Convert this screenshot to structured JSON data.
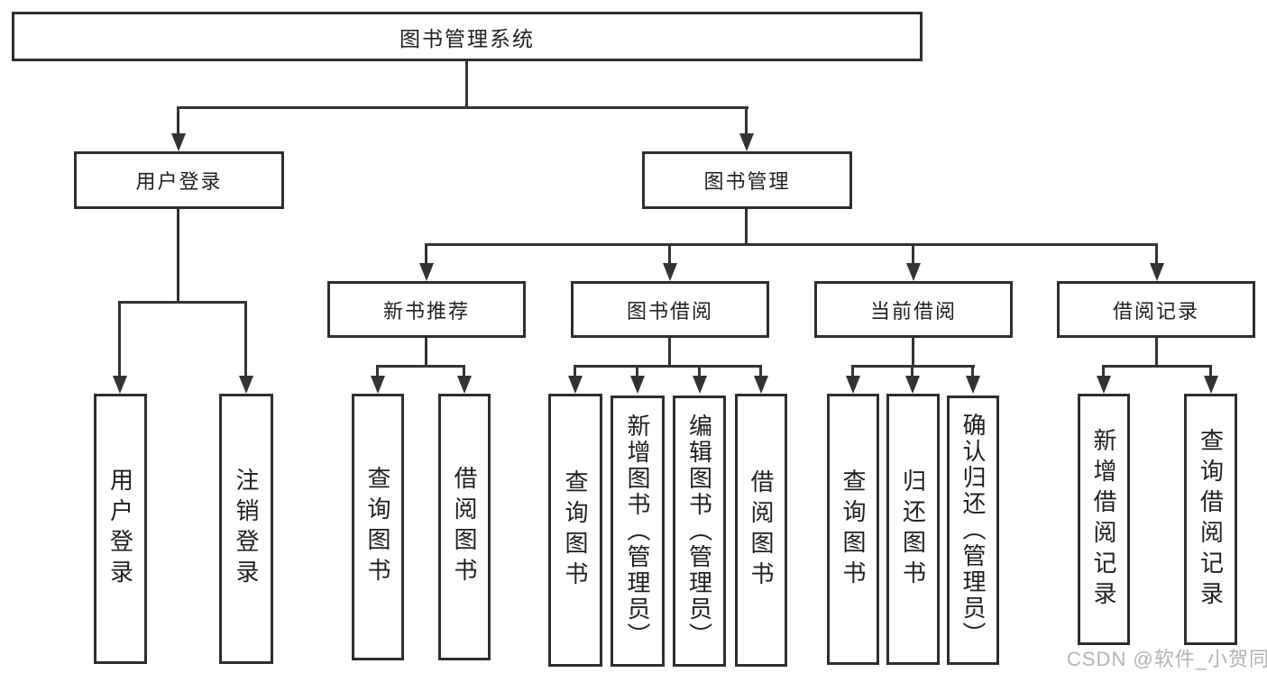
{
  "diagram_title": "图书管理系统",
  "nodes": {
    "root": "图书管理系统",
    "user_login": "用户登录",
    "book_mgmt": "图书管理",
    "new_book": "新书推荐",
    "book_borrow": "图书借阅",
    "current_borrow": "当前借阅",
    "borrow_record": "借阅记录",
    "leaf_user_login": "用户登录",
    "leaf_logout": "注销登录",
    "leaf_nb_query": "查询图书",
    "leaf_nb_borrow": "借阅图书",
    "leaf_bb_query": "查询图书",
    "leaf_bb_add": "新增图书（管理员）",
    "leaf_bb_edit": "编辑图书（管理员）",
    "leaf_bb_borrow": "借阅图书",
    "leaf_cb_query": "查询图书",
    "leaf_cb_return": "归还图书",
    "leaf_cb_confirm": "确认归还（管理员）",
    "leaf_br_add": "新增借阅记录",
    "leaf_br_query": "查询借阅记录"
  },
  "hierarchy": {
    "图书管理系统": {
      "用户登录": [
        "用户登录",
        "注销登录"
      ],
      "图书管理": {
        "新书推荐": [
          "查询图书",
          "借阅图书"
        ],
        "图书借阅": [
          "查询图书",
          "新增图书（管理员）",
          "编辑图书（管理员）",
          "借阅图书"
        ],
        "当前借阅": [
          "查询图书",
          "归还图书",
          "确认归还（管理员）"
        ],
        "借阅记录": [
          "新增借阅记录",
          "查询借阅记录"
        ]
      }
    }
  },
  "watermark": "CSDN @软件_小贺同学",
  "colors": {
    "background": "#ffffff",
    "box_border": "#2e2e2e",
    "line": "#333333",
    "text": "#1f1f1f",
    "watermark": "#b3b3b3"
  }
}
